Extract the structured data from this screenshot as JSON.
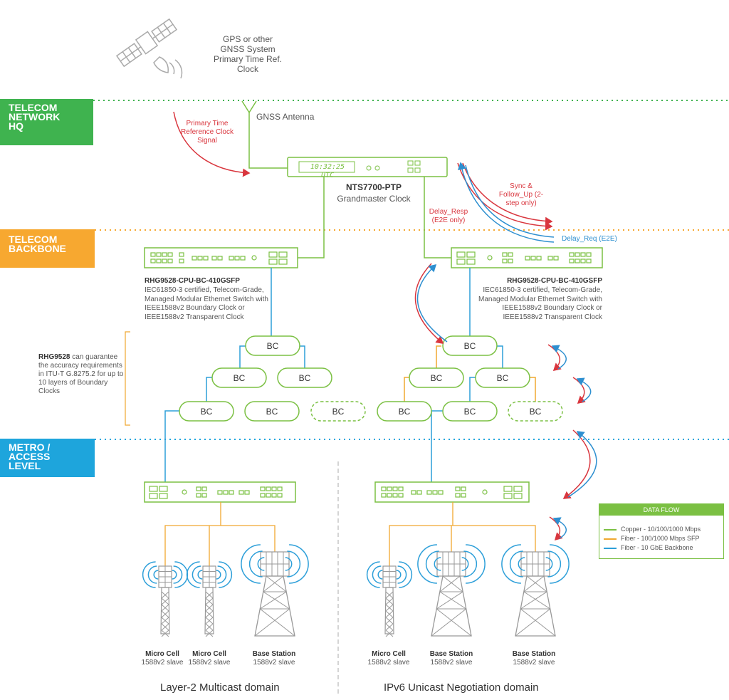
{
  "bands": {
    "hq": "TELECOM NETWORK HQ",
    "backbone": "TELECOM BACKBONE",
    "metro": "METRO / ACCESS LEVEL"
  },
  "gnss": {
    "system_label": "GPS or other GNSS System Primary Time Ref. Clock",
    "antenna_label": "GNSS Antenna",
    "signal_label": "Primary Time Reference Clock Signal"
  },
  "grandmaster": {
    "display": "10:32:25 UTC",
    "model": "NTS7700-PTP",
    "desc": "Grandmaster Clock"
  },
  "flows": {
    "sync": "Sync & Follow_Up (2-step only)",
    "delay_resp": "Delay_Resp (E2E only)",
    "delay_req": "Delay_Req (E2E)"
  },
  "switch_left": {
    "model": "RHG9528-CPU-BC-410GSFP",
    "desc": "IEC61850-3 certified, Telecom-Grade, Managed Modular Ethernet Switch with IEEE1588v2 Boundary Clock or IEEE1588v2 Transparent Clock"
  },
  "switch_right": {
    "model": "RHG9528-CPU-BC-410GSFP",
    "desc": "IEC61850-3 certified, Telecom-Grade, Managed Modular Ethernet Switch with IEEE1588v2 Boundary Clock or IEEE1588v2 Transparent Clock"
  },
  "accuracy_note": {
    "bold": "RHG9528",
    "text": " can guarantee the accuracy requirements in ITU-T G.8275.2 for up to 10 layers of Boundary Clocks"
  },
  "bc_label": "BC",
  "legend": {
    "title": "DATA FLOW",
    "items": [
      {
        "label": "Copper - 10/100/1000 Mbps",
        "color": "#7bc043"
      },
      {
        "label": "Fiber - 100/1000 Mbps SFP",
        "color": "#f0a830"
      },
      {
        "label": "Fiber - 10 GbE Backbone",
        "color": "#2d9fd9"
      }
    ]
  },
  "endpoints": [
    {
      "name": "Micro Cell",
      "role": "1588v2 slave"
    },
    {
      "name": "Micro Cell",
      "role": "1588v2 slave"
    },
    {
      "name": "Base Station",
      "role": "1588v2 slave"
    },
    {
      "name": "Micro Cell",
      "role": "1588v2 slave"
    },
    {
      "name": "Base Station",
      "role": "1588v2 slave"
    },
    {
      "name": "Base Station",
      "role": "1588v2 slave"
    }
  ],
  "domains": {
    "left": "Layer-2 Multicast domain",
    "right": "IPv6 Unicast Negotiation domain"
  },
  "colors": {
    "hq": "#3fb34f",
    "backbone": "#f7a830",
    "metro": "#1ea5dc",
    "copper": "#7bc043",
    "fiber_sfp": "#f0a830",
    "fiber_10g": "#2d9fd9",
    "signal": "#d9363e"
  }
}
